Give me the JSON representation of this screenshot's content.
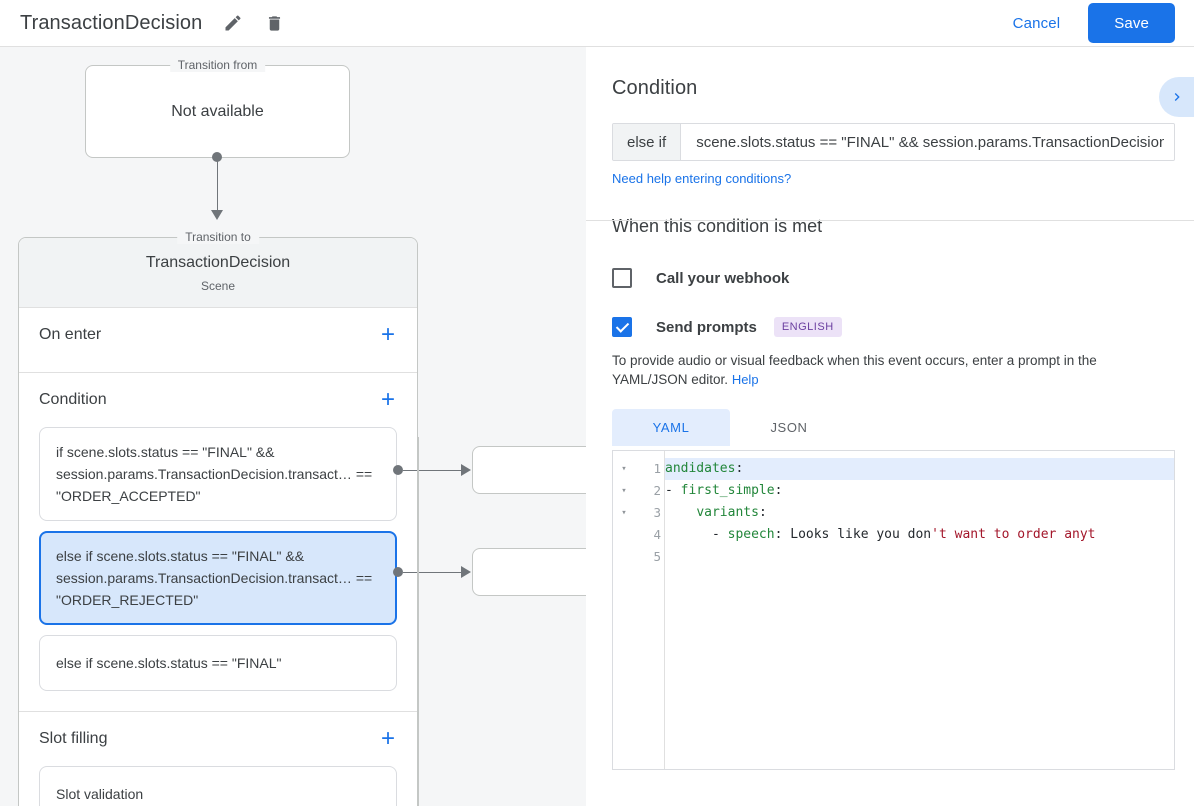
{
  "topbar": {
    "title": "TransactionDecision",
    "edit_icon": "pencil-icon",
    "delete_icon": "trash-icon",
    "cancel_label": "Cancel",
    "save_label": "Save",
    "accent_color": "#1a73e8"
  },
  "canvas": {
    "transition_from": {
      "legend": "Transition from",
      "value": "Not available"
    },
    "transition_to": {
      "legend": "Transition to",
      "scene_name": "TransactionDecision",
      "scene_type": "Scene"
    },
    "sections": [
      {
        "title": "On enter",
        "add_label": "+",
        "items": []
      },
      {
        "title": "Condition",
        "add_label": "+",
        "items": [
          {
            "text": "if scene.slots.status == \"FINAL\" && session.params.TransactionDecision.transact… == \"ORDER_ACCEPTED\"",
            "selected": false
          },
          {
            "text": "else if scene.slots.status == \"FINAL\" && session.params.TransactionDecision.transact… == \"ORDER_REJECTED\"",
            "selected": true
          },
          {
            "text": "else if scene.slots.status == \"FINAL\"",
            "selected": false
          }
        ]
      },
      {
        "title": "Slot filling",
        "add_label": "+",
        "items": [
          {
            "text": "Slot validation",
            "selected": false
          }
        ]
      }
    ]
  },
  "right_panel": {
    "condition": {
      "heading": "Condition",
      "collapse_icon": "chevron-right-icon",
      "prefix": "else if",
      "value": "scene.slots.status == \"FINAL\" && session.params.TransactionDecision.",
      "help_link": "Need help entering conditions?"
    },
    "when_met": {
      "heading": "When this condition is met",
      "webhook_label": "Call your webhook",
      "webhook_checked": false,
      "prompts_label": "Send prompts",
      "prompts_checked": true,
      "language_badge": "ENGLISH",
      "helper_text": "To provide audio or visual feedback when this event occurs, enter a prompt in the YAML/JSON editor.",
      "help_label": "Help"
    },
    "editor": {
      "tabs": [
        {
          "label": "YAML",
          "active": true
        },
        {
          "label": "JSON",
          "active": false
        }
      ],
      "line_numbers": [
        "1",
        "2",
        "3",
        "4",
        "5"
      ],
      "fold_markers": [
        "▾",
        "▾",
        "▾"
      ],
      "lines": [
        "andidates:",
        "- first_simple:",
        "    variants:",
        "      - speech: Looks like you don't want to order anyt",
        ""
      ],
      "highlighted_line": 1
    }
  }
}
